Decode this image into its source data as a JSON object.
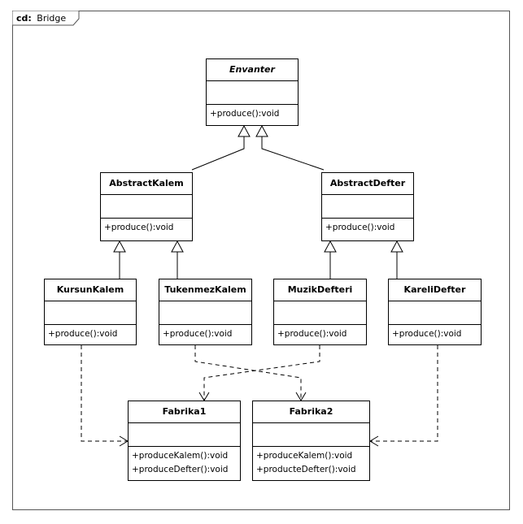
{
  "diagram": {
    "frame_keyword": "cd:",
    "frame_name": "Bridge"
  },
  "classes": {
    "envanter": {
      "name": "Envanter",
      "ops": [
        "+produce():void"
      ]
    },
    "abstract_kalem": {
      "name": "AbstractKalem",
      "ops": [
        "+produce():void"
      ]
    },
    "abstract_defter": {
      "name": "AbstractDefter",
      "ops": [
        "+produce():void"
      ]
    },
    "kursun_kalem": {
      "name": "KursunKalem",
      "ops": [
        "+produce():void"
      ]
    },
    "tukenmez_kalem": {
      "name": "TukenmezKalem",
      "ops": [
        "+produce():void"
      ]
    },
    "muzik_defteri": {
      "name": "MuzikDefteri",
      "ops": [
        "+produce():void"
      ]
    },
    "kareli_defter": {
      "name": "KareliDefter",
      "ops": [
        "+produce():void"
      ]
    },
    "fabrika1": {
      "name": "Fabrika1",
      "ops": [
        "+produceKalem():void",
        "+produceDefter():void"
      ]
    },
    "fabrika2": {
      "name": "Fabrika2",
      "ops": [
        "+produceKalem():void",
        "+producteDefter():void"
      ]
    }
  }
}
